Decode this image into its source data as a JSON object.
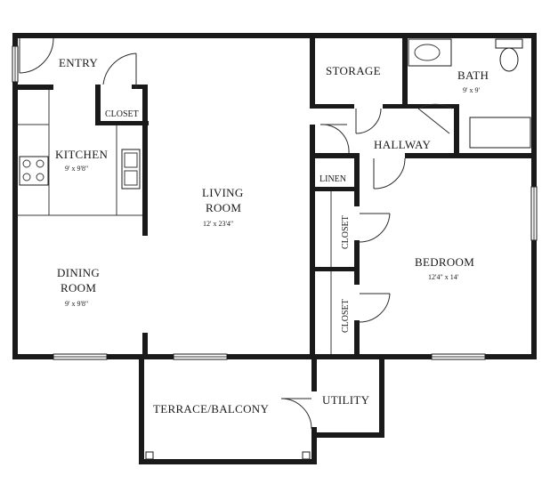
{
  "rooms": {
    "entry": "ENTRY",
    "kitchen": "KITCHEN",
    "kitchen_dim": "9' x 9'8\"",
    "closet_entry": "CLOSET",
    "living_line1": "LIVING",
    "living_line2": "ROOM",
    "living_dim": "12' x 23'4\"",
    "dining_line1": "DINING",
    "dining_line2": "ROOM",
    "dining_dim": "9' x 9'8\"",
    "storage": "STORAGE",
    "bath": "BATH",
    "bath_dim": "9' x 9'",
    "hallway": "HALLWAY",
    "linen": "LINEN",
    "closet_upper": "CLOSET",
    "closet_lower": "CLOSET",
    "bedroom": "BEDROOM",
    "bedroom_dim": "12'4\" x 14'",
    "terrace": "TERRACE/BALCONY",
    "utility": "UTILITY"
  },
  "icons": {
    "stove": "stove-icon",
    "sink": "sink-icon",
    "toilet": "toilet-icon",
    "bathtub": "bathtub-icon"
  }
}
